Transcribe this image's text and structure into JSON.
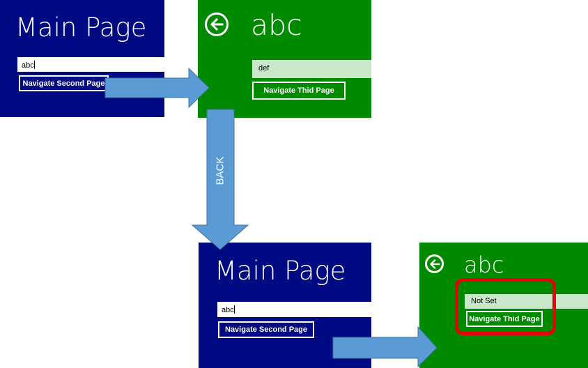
{
  "screens": {
    "main1": {
      "title": "Main Page",
      "textbox_value": "abc",
      "navigate_button": "Navigate Second Page"
    },
    "second1": {
      "title": "abc",
      "textbox_value": "def",
      "navigate_button": "Navigate Thid Page"
    },
    "main2": {
      "title": "Main Page",
      "textbox_value": "abc",
      "navigate_button": "Navigate Second Page"
    },
    "second2": {
      "title": "abc",
      "textbox_value": "Not Set",
      "navigate_button": "Navigate Thid Page"
    }
  },
  "annotations": {
    "back_label": "BACK"
  },
  "colors": {
    "main_page_bg": "#000a82",
    "second_page_bg": "#008a00",
    "arrow_fill": "#5b9bd5",
    "highlight": "#e8000b"
  },
  "icons": {
    "back": "back-arrow-icon"
  }
}
